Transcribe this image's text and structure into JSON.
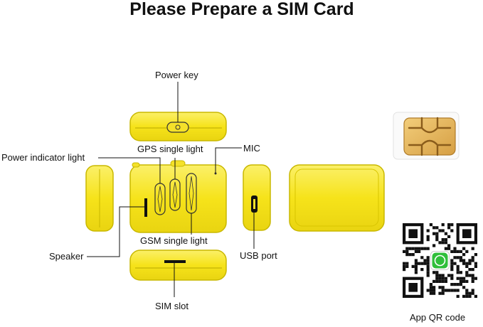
{
  "title": "Please Prepare a SIM Card",
  "labels": {
    "power_key": "Power key",
    "gps_light": "GPS single light",
    "mic": "MIC",
    "power_indicator": "Power indicator light",
    "gsm_light": "GSM single light",
    "speaker": "Speaker",
    "usb_port": "USB port",
    "sim_slot": "SIM slot",
    "qr_caption": "App QR code"
  },
  "colors": {
    "device_fill": "#f7e417",
    "device_stroke": "#c9b800",
    "background": "#ffffff",
    "sim_gold": "#e4b45b"
  }
}
